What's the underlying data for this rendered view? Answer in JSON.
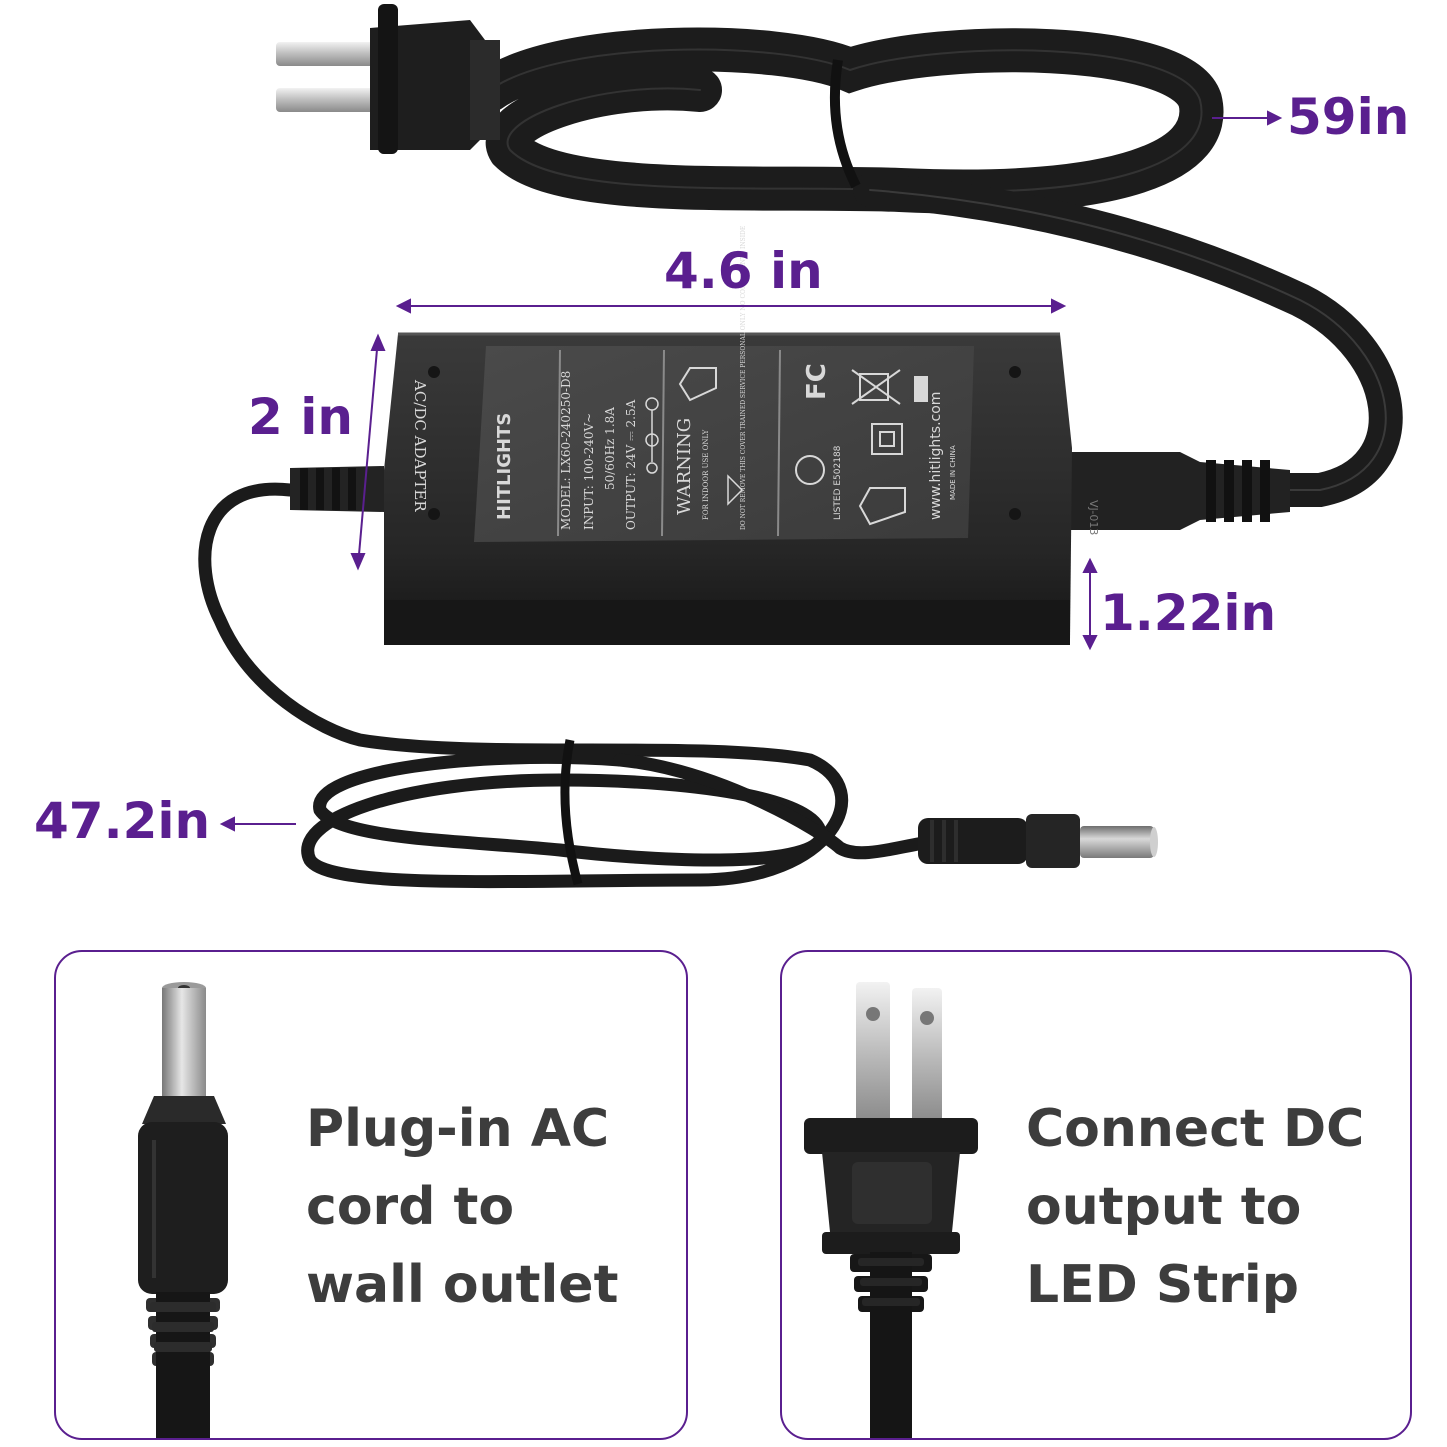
{
  "dimensions": {
    "ac_cord_length": "59in",
    "adapter_length": "4.6 in",
    "adapter_width": "2 in",
    "adapter_height": "1.22in",
    "dc_cord_length": "47.2in"
  },
  "label": {
    "brand": "HITLIGHTS",
    "title": "AC/DC ADAPTER",
    "model": "MODEL: LX60-240250-D8",
    "input": "INPUT: 100-240V~",
    "frequency": "50/60Hz  1.8A",
    "output": "OUTPUT: 24V ⎓ 2.5A",
    "warning": "WARNING",
    "indoor": "FOR INDOOR USE ONLY",
    "notice": "DO NOT REMOVE THIS COVER TRAINED SERVICE PERSONAL ONLY NO COMPONENTS INSIDE",
    "website": "www.hitlights.com",
    "origin": "MADE IN CHINA",
    "listed": "LISTED E502188",
    "fc": "FC"
  },
  "panels": {
    "dc": [
      "Plug-in AC",
      "cord to",
      "wall outlet"
    ],
    "ac": [
      "Connect DC",
      "output to",
      "LED Strip"
    ]
  },
  "colors": {
    "accent": "#5a1f8f",
    "text": "#3d3d3d",
    "adapter": "#2a2a2a",
    "cable": "#1c1c1c"
  }
}
